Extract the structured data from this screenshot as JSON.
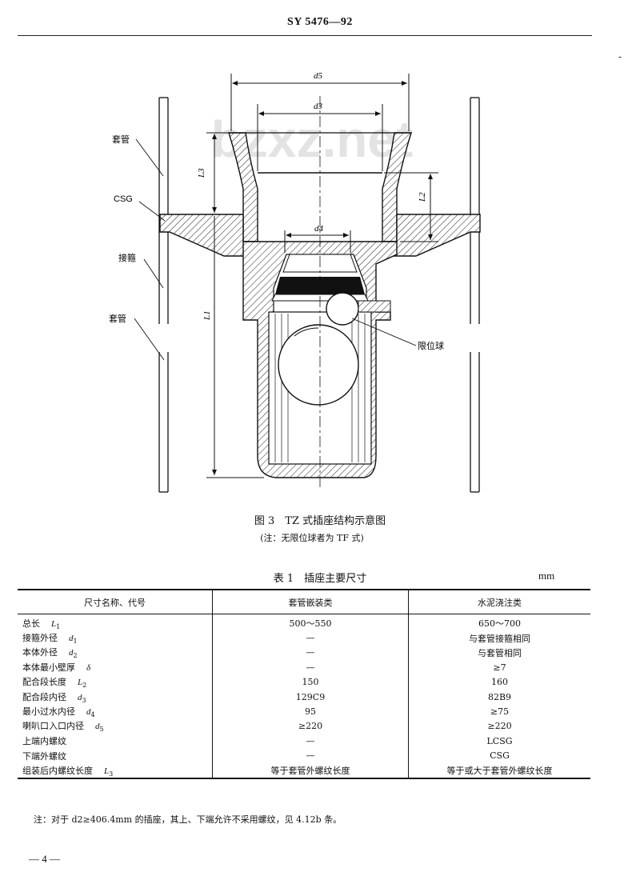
{
  "header": {
    "code": "SY 5476—92"
  },
  "figure": {
    "caption": "图 3　TZ 式插座结构示意图",
    "note": "(注：无限位球者为 TF 式)",
    "labels": {
      "casing_top": "套管",
      "csg": "CSG",
      "coupling": "接箍",
      "casing_bottom": "套管",
      "limit_ball": "限位球"
    },
    "dims": {
      "d5": "d5",
      "d3": "d3",
      "d4": "d4",
      "L1": "L1",
      "L2": "L2",
      "L3": "L3"
    },
    "watermark": "bzxz.net"
  },
  "table": {
    "title": "表 1　插座主要尺寸",
    "unit": "mm",
    "headers": [
      "尺寸名称、代号",
      "套管嵌装类",
      "水泥浇注类"
    ],
    "rows": [
      {
        "name": "总长",
        "sym": "L",
        "sub": "1",
        "embedded": "500～550",
        "cemented": "650～700"
      },
      {
        "name": "接箍外径",
        "sym": "d",
        "sub": "1",
        "embedded": "—",
        "cemented": "与套管接箍相同"
      },
      {
        "name": "本体外径",
        "sym": "d",
        "sub": "2",
        "embedded": "—",
        "cemented": "与套管相同"
      },
      {
        "name": "本体最小壁厚",
        "sym": "δ",
        "sub": "",
        "embedded": "—",
        "cemented": "≥7"
      },
      {
        "name": "配合段长度",
        "sym": "L",
        "sub": "2",
        "embedded": "150",
        "cemented": "160"
      },
      {
        "name": "配合段内径",
        "sym": "d",
        "sub": "3",
        "embedded": "129C9",
        "cemented": "82B9"
      },
      {
        "name": "最小过水内径",
        "sym": "d",
        "sub": "4",
        "embedded": "95",
        "cemented": "≥75"
      },
      {
        "name": "喇叭口入口内径",
        "sym": "d",
        "sub": "5",
        "embedded": "≥220",
        "cemented": "≥220"
      },
      {
        "name": "上端内螺纹",
        "sym": "",
        "sub": "",
        "embedded": "—",
        "cemented": "LCSG"
      },
      {
        "name": "下端外螺纹",
        "sym": "",
        "sub": "",
        "embedded": "—",
        "cemented": "CSG"
      },
      {
        "name": "组装后内螺纹长度",
        "sym": "L",
        "sub": "3",
        "embedded": "等于套管外螺纹长度",
        "cemented": "等于或大于套管外螺纹长度"
      }
    ]
  },
  "footnote": "注：对于 d2≥406.4mm 的插座，其上、下端允许不采用螺纹，见 4.12b 条。",
  "page_number": "— 4 —"
}
